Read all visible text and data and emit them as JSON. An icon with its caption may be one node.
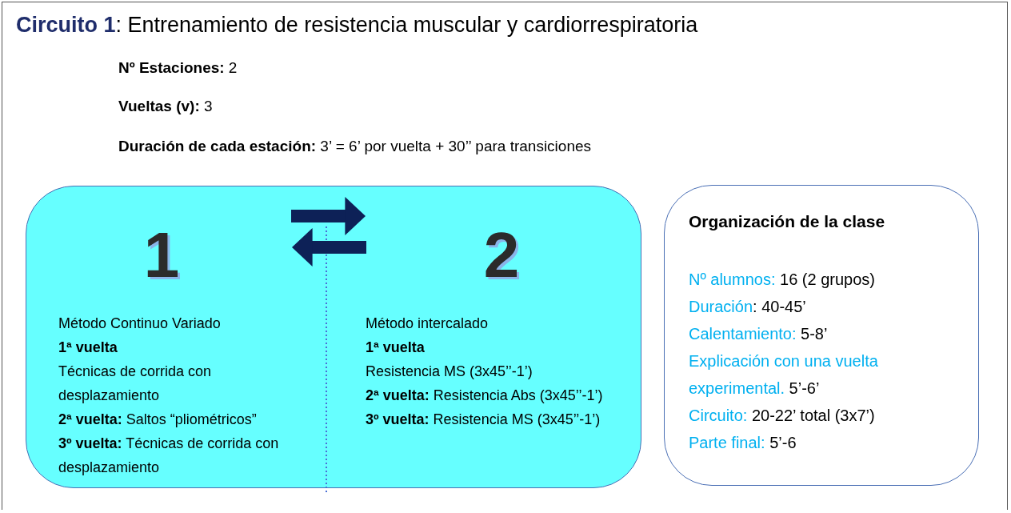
{
  "diagram": {
    "title": "**Circuito 1**:  Entrenamiento de resistencia muscular y cardiorrespiratoria",
    "nodes": [
      {
        "text": [],
        "shape": "box"
      },
      {
        "text": [
          "1",
          "Método Continuo Variado",
          "**1ª vuelta**",
          "Técnicas de corrida con desplazamiento",
          "**2ª vuelta:** Saltos “pliométricos”",
          "**3º vuelta:** Técnicas de corrida con desplazamiento"
        ],
        "in": 0
      },
      {
        "text": [
          "2",
          "Método intercalado",
          "**1ª vuelta**",
          "Resistencia MS (3x45’’-1’)",
          "**2ª vuelta:** Resistencia Abs (3x45’’-1’)",
          "**3º vuelta:** Resistencia MS (3x45’’-1’)"
        ],
        "in": 0
      },
      {
        "text": [
          "Organización de la clase",
          "*Nº alumnos:* 16 (2 grupos)",
          "*Duración*: 40-45’",
          "*Calentamiento:* 5-8’",
          "*Explicación con una vuelta experimental.* 5’-6’",
          "*Circuito:*  20-22’ total (3x7’)",
          "*Parte final:* 5’-6"
        ]
      }
    ],
    "edges": [
      {
        "from": 1,
        "to": 2,
        "arrow": "to"
      },
      {
        "from": 2,
        "to": 1,
        "arrow": "to"
      }
    ],
    "labels": [
      "**Nº Estaciones:** 2",
      "**Vueltas (v):** 3",
      "**Duración de cada estación:** 3’ = 6’ por vuelta + 30’’ para transiciones"
    ]
  }
}
